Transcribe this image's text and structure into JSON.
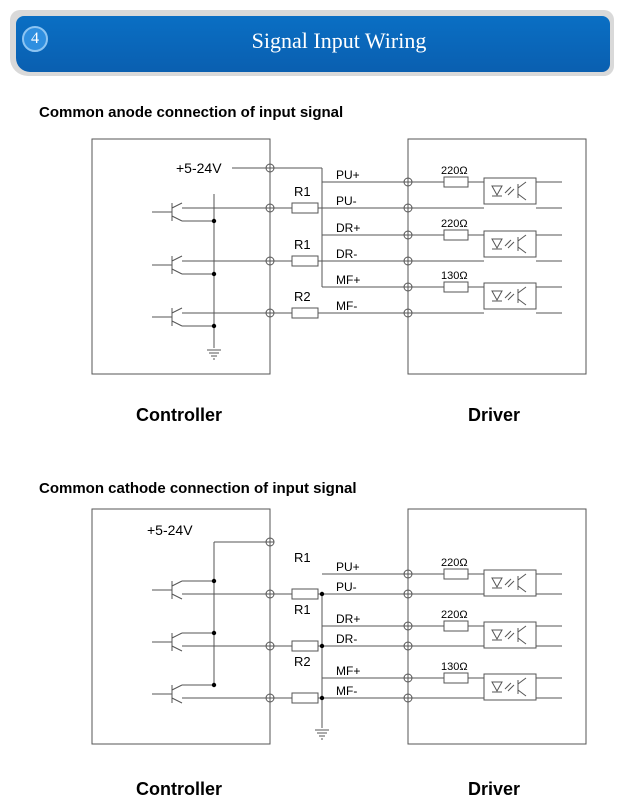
{
  "header": {
    "step": "4",
    "title": "Signal Input Wiring"
  },
  "anode": {
    "title": "Common anode connection of input signal",
    "supply": "+5-24V",
    "resistors": [
      "R1",
      "R1",
      "R2"
    ],
    "signals": [
      "PU+",
      "PU-",
      "DR+",
      "DR-",
      "MF+",
      "MF-"
    ],
    "driver_resistors": [
      "220Ω",
      "220Ω",
      "130Ω"
    ],
    "controller_label": "Controller",
    "driver_label": "Driver"
  },
  "cathode": {
    "title": "Common cathode connection of input signal",
    "supply": "+5-24V",
    "resistors": [
      "R1",
      "R1",
      "R2"
    ],
    "signals": [
      "PU+",
      "PU-",
      "DR+",
      "DR-",
      "MF+",
      "MF-"
    ],
    "driver_resistors": [
      "220Ω",
      "220Ω",
      "130Ω"
    ],
    "controller_label": "Controller",
    "driver_label": "Driver"
  }
}
